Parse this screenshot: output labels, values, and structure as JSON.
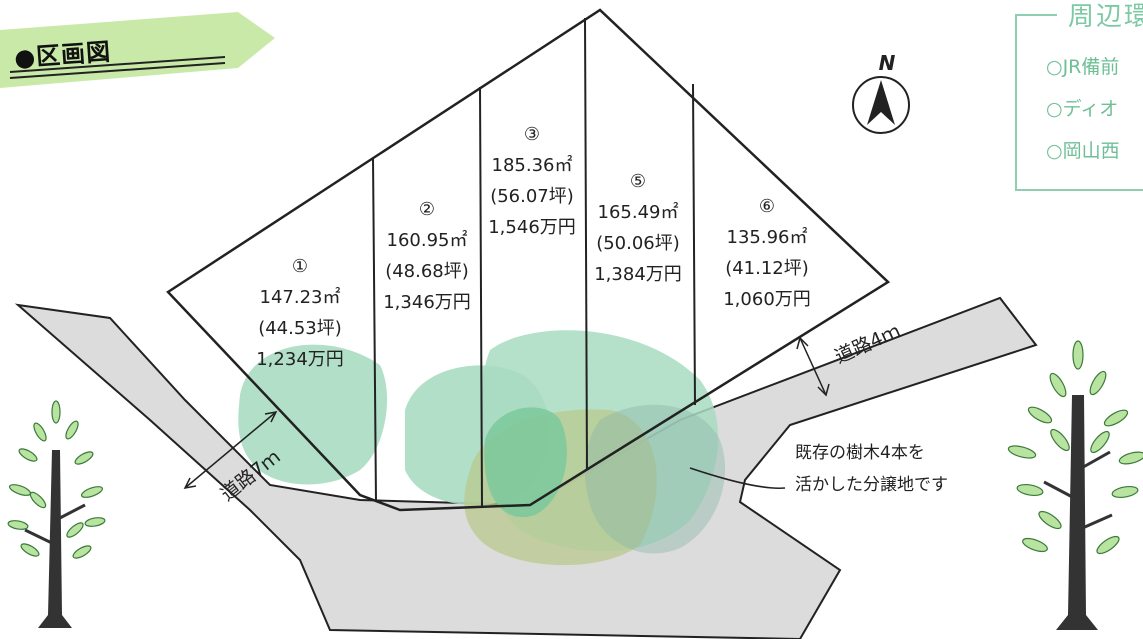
{
  "banner": {
    "title": "●区画図"
  },
  "compass": {
    "label": "N"
  },
  "lots": [
    {
      "num": "①",
      "area": "147.23㎡",
      "tsubo": "(44.53坪)",
      "price": "1,234万円"
    },
    {
      "num": "②",
      "area": "160.95㎡",
      "tsubo": "(48.68坪)",
      "price": "1,346万円"
    },
    {
      "num": "③",
      "area": "185.36㎡",
      "tsubo": "(56.07坪)",
      "price": "1,546万円"
    },
    {
      "num": "⑤",
      "area": "165.49㎡",
      "tsubo": "(50.06坪)",
      "price": "1,384万円"
    },
    {
      "num": "⑥",
      "area": "135.96㎡",
      "tsubo": "(41.12坪)",
      "price": "1,060万円"
    }
  ],
  "roads": {
    "road7": "道路7ｍ",
    "road4": "道路4ｍ"
  },
  "note": {
    "line1": "既存の樹木4本を",
    "line2": "活かした分譲地です"
  },
  "surroundings": {
    "title": "周辺環",
    "items": [
      "○JR備前",
      "○ディオ",
      "○岡山西"
    ]
  },
  "colors": {
    "road": "#dcdcdc",
    "tree_green": "#a8dcc2",
    "tree_dark": "#7ec99c",
    "tree_olive": "#b9c98e",
    "banner": "#c9e9a8",
    "accent": "#7cc9a4"
  }
}
